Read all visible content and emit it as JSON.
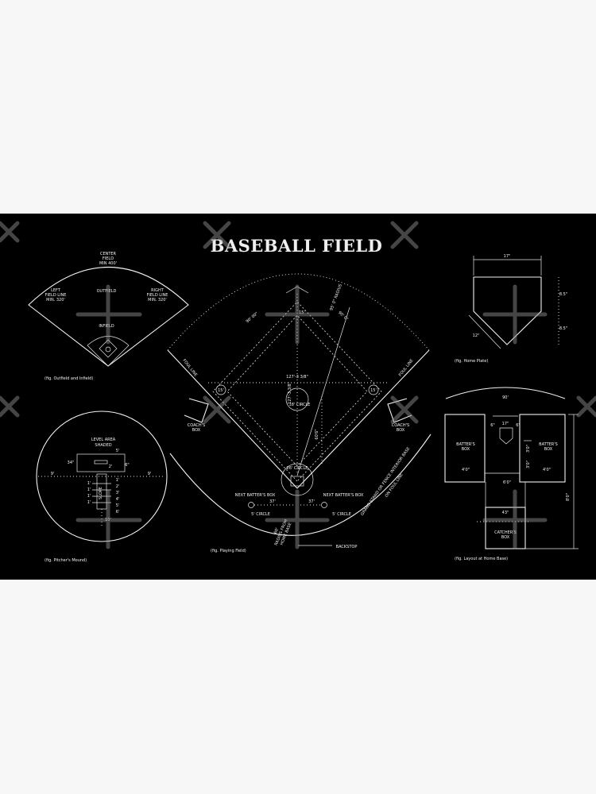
{
  "title": "BASEBALL FIELD",
  "outfield": {
    "center_field": [
      "CENTER",
      "FIELD",
      "MIN 400'"
    ],
    "left_field_line": [
      "LEFT",
      "FIELD LINE",
      "MIN. 320'"
    ],
    "right_field_line": [
      "RIGHT",
      "FIELD LINE",
      "MIN. 320'"
    ],
    "outfield": "OUTFIELD",
    "infield": "INFIELD",
    "caption": "(fig. Outfield and Infield)"
  },
  "playing_field": {
    "base_dist_left": "90' 00\"",
    "base_dist_right": "90' 0\"",
    "radius": "95' 0\" RADIUS",
    "diagonal": "127'-3 3/8\"",
    "diagonal_vertical": "127'-3 3/8\"",
    "pitch_dist": "60'6\"",
    "circle_18": "18' CIRCLE",
    "circle_26": "26' CIRCLE",
    "foul_line_left": "FOUL LINE",
    "foul_line_right": "FOUL LINE",
    "coaches_box_left": [
      "COACH'S",
      "BOX"
    ],
    "coaches_box_right": [
      "COACH'S",
      "BOX"
    ],
    "next_batters_box_left": "NEXT BATTER'S BOX",
    "next_batters_box_right": "NEXT BATTER'S BOX",
    "dist_37_left": "37'",
    "dist_37_right": "37'",
    "circle_5_left": "5' CIRCLE",
    "circle_5_right": "5' CIRCLE",
    "grand_stand": [
      "GRAND STAND OR FENCE INTERIOR BASE",
      "ON FOUL LINE"
    ],
    "home_base_note": [
      "60'",
      "RADIUS FROM",
      "HOME BASE"
    ],
    "backstop": "BACKSTOP",
    "dim_15_left": "15'",
    "dim_15_right": "15'",
    "dim_15_top": "15'",
    "caption": "(fig. Playing Field)"
  },
  "pitchers_mound": {
    "level_area": "LEVEL AREA",
    "shaded": "SHADED",
    "dim_5": "5'",
    "dim_34": "34\"",
    "dim_2": "2'",
    "dim_6": "6\"",
    "dim_9_left": "9'",
    "dim_9_right": "9'",
    "dim_10": "10'",
    "side_scale": [
      "1'",
      "2'",
      "3'",
      "4'",
      "5'",
      "6'"
    ],
    "left_scale": [
      "1'",
      "1'",
      "1'",
      "1'"
    ],
    "slope": "SLOPE",
    "caption": "(fig. Pitcher's Mound)"
  },
  "home_plate": {
    "width": "17\"",
    "side_upper": "8.5\"",
    "side_lower": "8.5\"",
    "diag": "12\"",
    "caption": "(fig. Home Plate)"
  },
  "home_layout": {
    "dist_90": "90'",
    "batters_box_left": [
      "BATTER'S",
      "BOX"
    ],
    "batters_box_right": [
      "BATTER'S",
      "BOX"
    ],
    "dim_6_left": "6\"",
    "dim_17": "17\"",
    "dim_6_right": "6\"",
    "dim_4_left": "4'0\"",
    "dim_4_right": "4'0\"",
    "dim_3_upper": "3'0\"",
    "dim_3_lower": "3'0\"",
    "dim_6ft": "6'0\"",
    "dim_43": "43\"",
    "dim_8": "8'0\"",
    "catchers_box": [
      "CATCHER'S",
      "BOX"
    ],
    "caption": "(fig. Layout at Home Base)"
  },
  "colors": {
    "background": "#000000",
    "lines": "#f2f2f2",
    "page": "#f7f7f7",
    "watermark": "#9a9a9a"
  }
}
